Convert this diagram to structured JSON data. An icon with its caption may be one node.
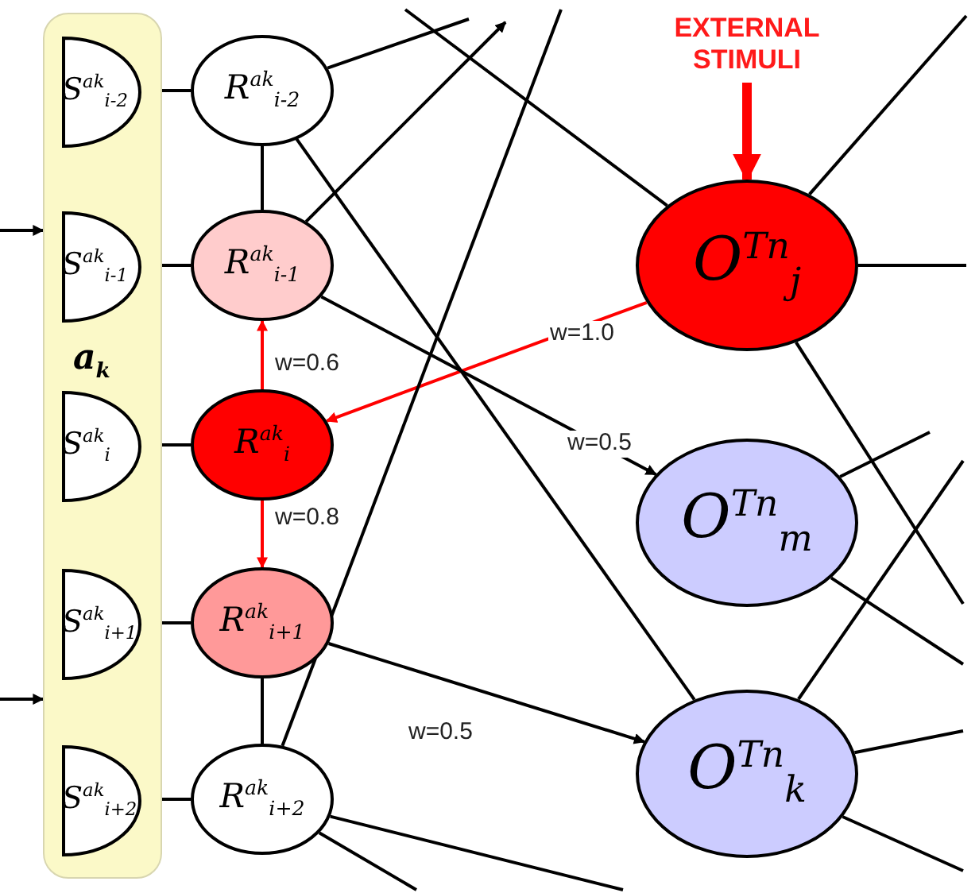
{
  "diagram": {
    "nodes": [
      {
        "text": [
          "a$_{k}$"
        ]
      },
      {
        "text": [
          "S$^{ak}$$_{i-2}$"
        ],
        "in": 0
      },
      {
        "text": [
          "S$^{ak}$$_{i-1}$"
        ],
        "in": 0
      },
      {
        "text": [
          "S$^{ak}$$_{i}$"
        ],
        "in": 0
      },
      {
        "text": [
          "S$^{ak}$$_{i+1}$"
        ],
        "in": 0
      },
      {
        "text": [
          "S$^{ak}$$_{i+2}$"
        ],
        "in": 0
      },
      {
        "text": [
          "R$^{ak}$$_{i-2}$"
        ]
      },
      {
        "text": [
          "R$^{ak}$$_{i-1}$"
        ]
      },
      {
        "text": [
          "R$^{ak}$$_{i}$"
        ]
      },
      {
        "text": [
          "R$^{ak}$$_{i+1}$"
        ]
      },
      {
        "text": [
          "R$^{ak}$$_{i+2}$"
        ]
      },
      {
        "text": [
          "O$^{Tn}$$_{j}$"
        ]
      },
      {
        "text": [
          "O$^{Tn}$$_{m}$"
        ]
      },
      {
        "text": [
          "O$^{Tn}$$_{k}$"
        ]
      },
      {
        "text": [
          "EXTERNAL STIMULI"
        ]
      }
    ],
    "edges": [
      {
        "from": 1,
        "to": 6,
        "arrow": "none"
      },
      {
        "from": 2,
        "to": 7,
        "arrow": "none"
      },
      {
        "from": 3,
        "to": 8,
        "arrow": "none"
      },
      {
        "from": 4,
        "to": 9,
        "arrow": "none"
      },
      {
        "from": 5,
        "to": 10,
        "arrow": "none"
      },
      {
        "from": 6,
        "to": 7,
        "arrow": "none"
      },
      {
        "from": 9,
        "to": 10,
        "arrow": "none"
      },
      {
        "from": 8,
        "to": 7,
        "arrow": "to",
        "label": "w=0.6",
        "color": "#ff0000"
      },
      {
        "from": 8,
        "to": 9,
        "arrow": "to",
        "label": "w=0.8",
        "color": "#ff0000"
      },
      {
        "from": 11,
        "to": 8,
        "arrow": "to",
        "label": "w=1.0",
        "color": "#ff0000"
      },
      {
        "from": 7,
        "to": 12,
        "arrow": "to",
        "label": "w=0.5"
      },
      {
        "from": 9,
        "to": 13,
        "arrow": "to",
        "label": "w=0.5"
      },
      {
        "from": 14,
        "to": 11,
        "arrow": "to",
        "style": "thick",
        "color": "#ff0000"
      },
      {
        "from": 6,
        "to": 13,
        "arrow": "none"
      },
      {
        "from": 6,
        "to": null,
        "arrow": "none"
      },
      {
        "from": 7,
        "to": null,
        "arrow": "to"
      },
      {
        "from": null,
        "to": 11,
        "arrow": "none"
      },
      {
        "from": null,
        "to": 10,
        "arrow": "none"
      },
      {
        "from": 10,
        "to": null,
        "arrow": "none"
      },
      {
        "from": 10,
        "to": null,
        "arrow": "none"
      },
      {
        "from": null,
        "to": 0,
        "arrow": "to"
      },
      {
        "from": null,
        "to": 0,
        "arrow": "to"
      },
      {
        "from": 11,
        "to": null,
        "arrow": "none"
      },
      {
        "from": 11,
        "to": null,
        "arrow": "none"
      },
      {
        "from": 11,
        "to": null,
        "arrow": "none"
      },
      {
        "from": 12,
        "to": null,
        "arrow": "none"
      },
      {
        "from": 12,
        "to": null,
        "arrow": "none"
      },
      {
        "from": 13,
        "to": null,
        "arrow": "none"
      },
      {
        "from": 13,
        "to": null,
        "arrow": "none"
      },
      {
        "from": 13,
        "to": null,
        "arrow": "none"
      }
    ]
  }
}
